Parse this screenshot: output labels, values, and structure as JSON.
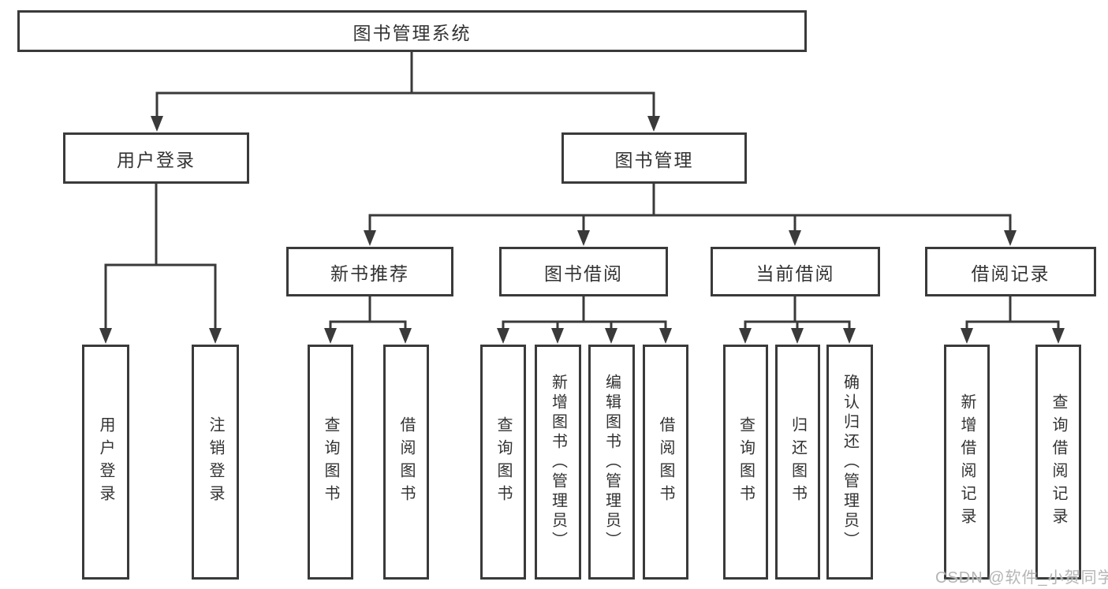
{
  "diagram_title": "图书管理系统",
  "colors": {
    "line": "#3a3a3a",
    "box_border": "#3a3a3a",
    "text": "#333333",
    "watermark": "#b5b5b5",
    "background": "#ffffff"
  },
  "root": {
    "label": "图书管理系统"
  },
  "branches": [
    {
      "id": "user-login",
      "label": "用户登录",
      "children": [
        {
          "label": "用户登录"
        },
        {
          "label": "注销登录"
        }
      ]
    },
    {
      "id": "book-management",
      "label": "图书管理",
      "sections": [
        {
          "id": "new-book-recommend",
          "label": "新书推荐",
          "children": [
            {
              "label": "查询图书"
            },
            {
              "label": "借阅图书"
            }
          ]
        },
        {
          "id": "book-borrow",
          "label": "图书借阅",
          "children": [
            {
              "label": "查询图书"
            },
            {
              "label": "新增图书（管理员）"
            },
            {
              "label": "编辑图书（管理员）"
            },
            {
              "label": "借阅图书"
            }
          ]
        },
        {
          "id": "current-borrow",
          "label": "当前借阅",
          "children": [
            {
              "label": "查询图书"
            },
            {
              "label": "归还图书"
            },
            {
              "label": "确认归还（管理员）"
            }
          ]
        },
        {
          "id": "borrow-records",
          "label": "借阅记录",
          "children": [
            {
              "label": "新增借阅记录"
            },
            {
              "label": "查询借阅记录"
            }
          ]
        }
      ]
    }
  ],
  "watermark": {
    "text": "CSDN @软件_小贺同学"
  }
}
